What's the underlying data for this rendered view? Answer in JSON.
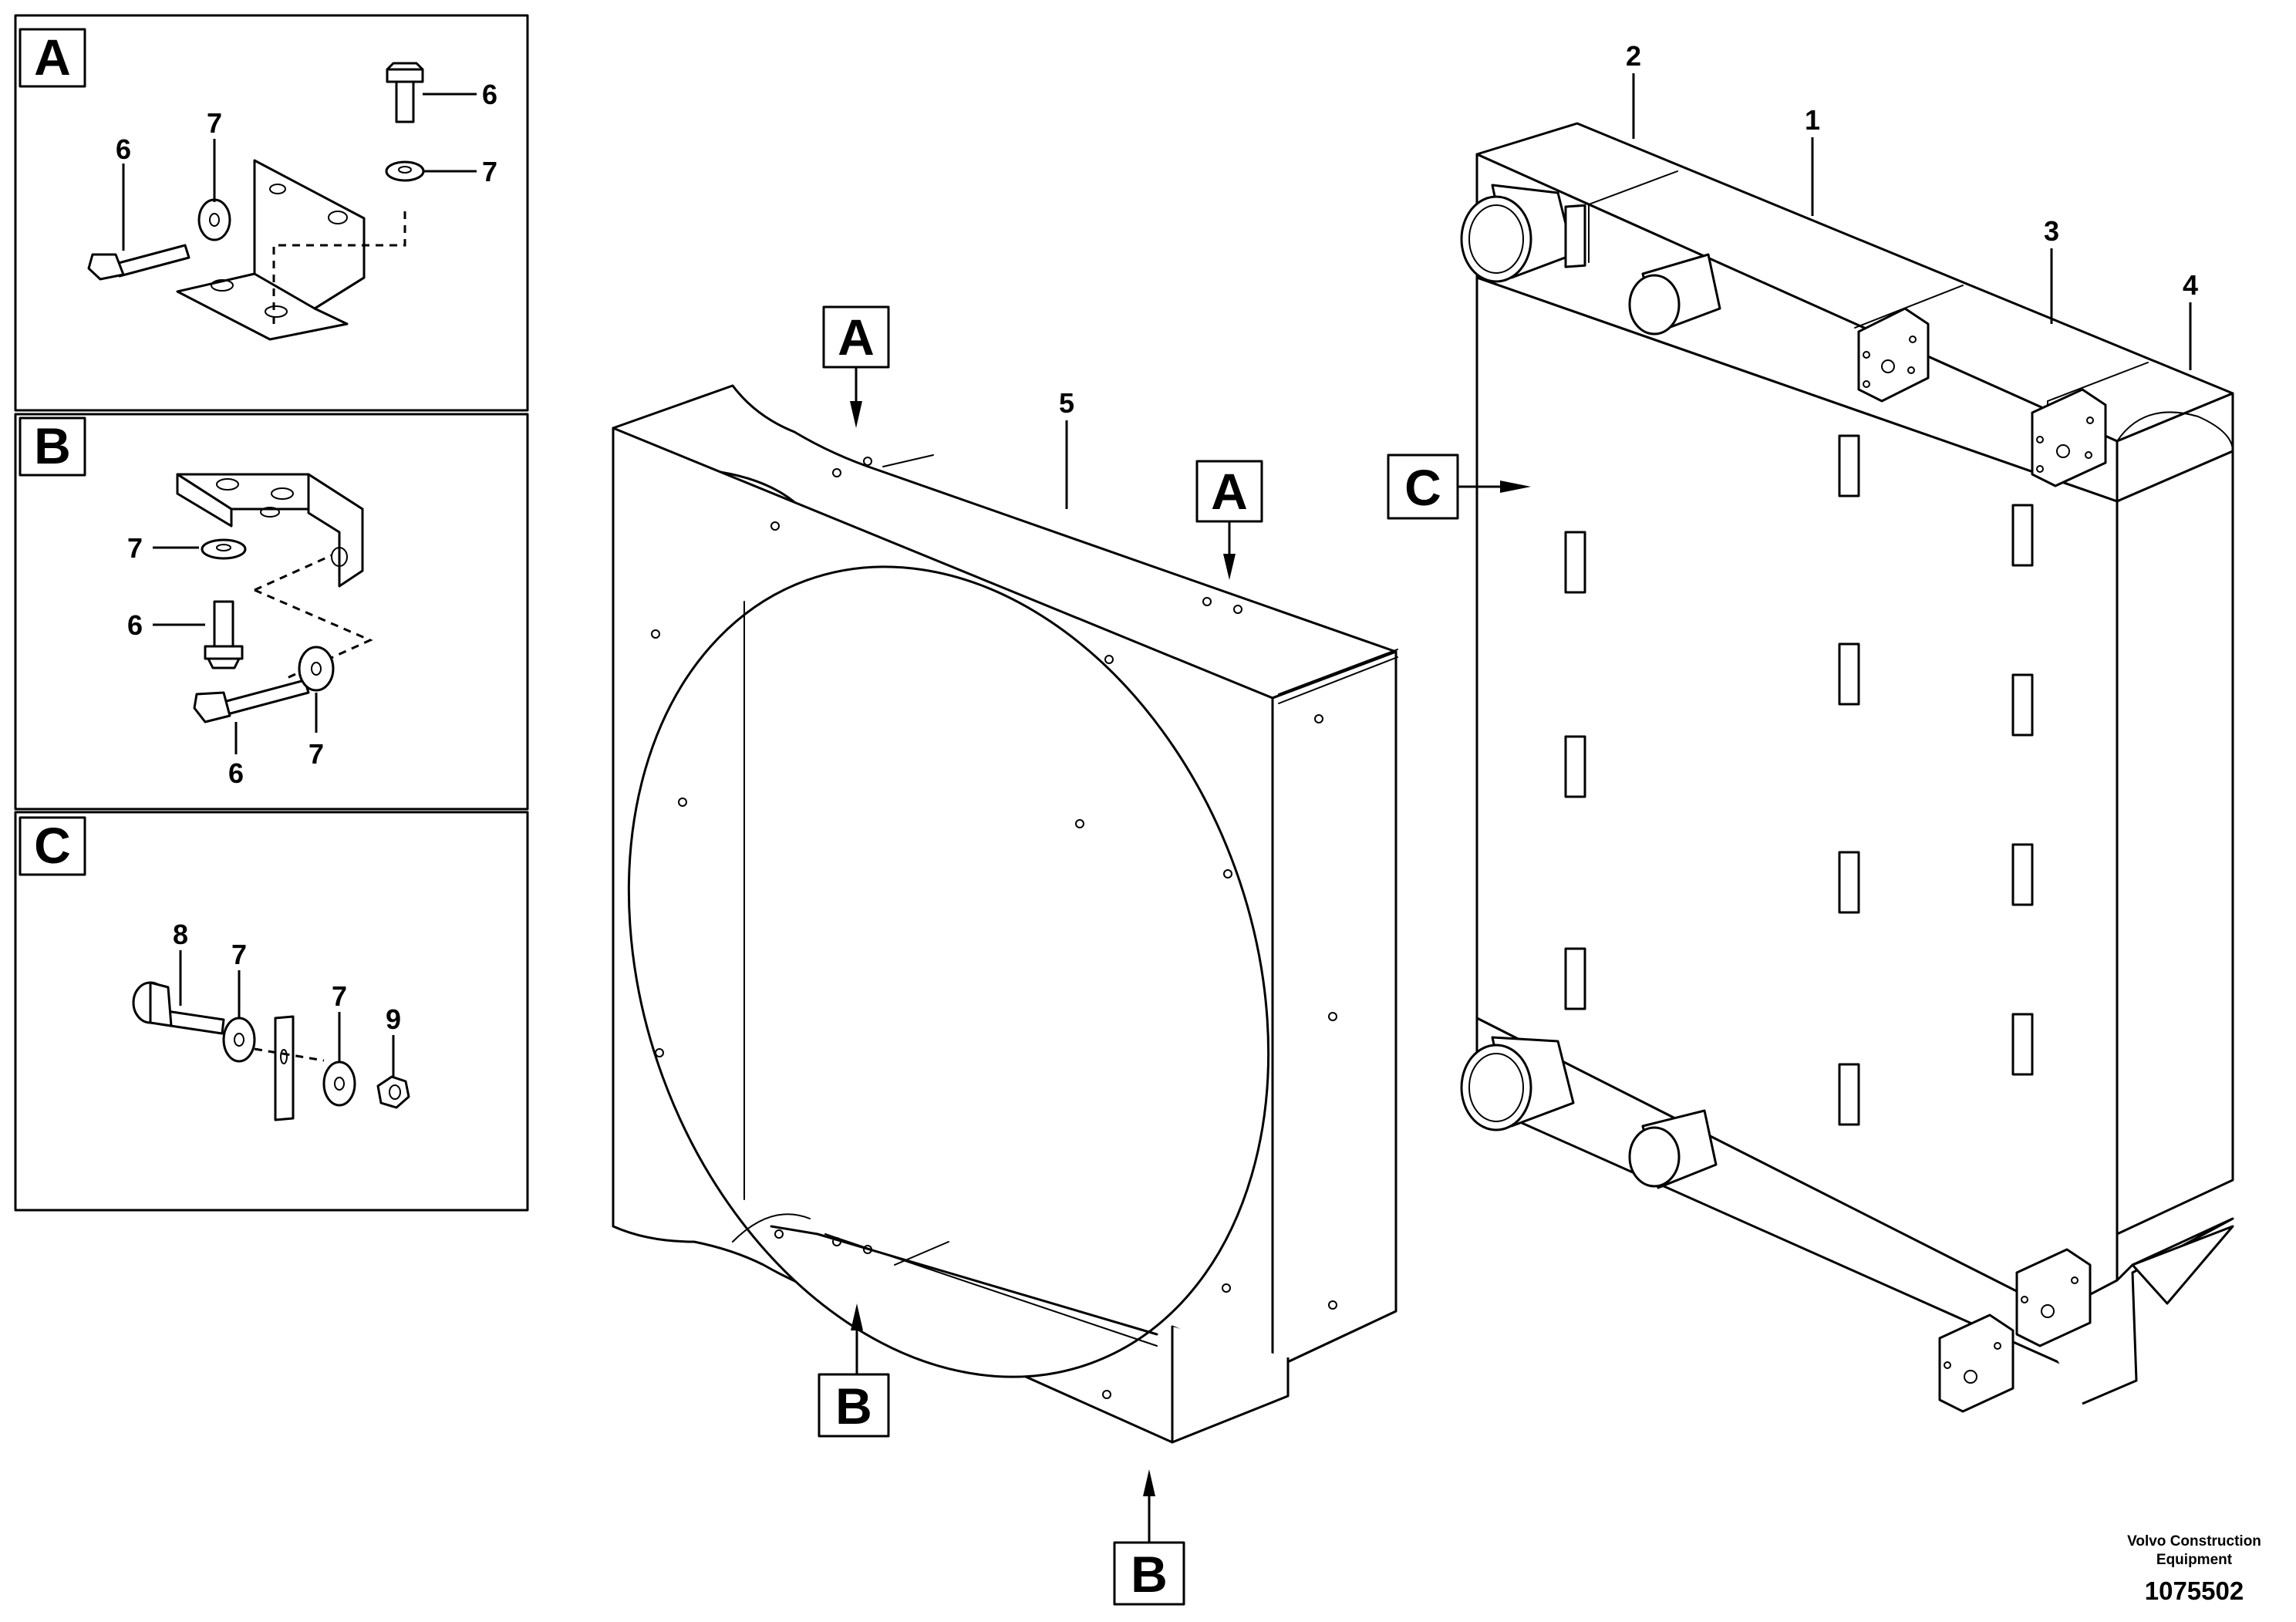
{
  "panels": [
    {
      "letter": "A"
    },
    {
      "letter": "B"
    },
    {
      "letter": "C"
    }
  ],
  "callouts": {
    "a_top_left": "A",
    "a_top_right": "A",
    "b_bottom_left": "B",
    "b_bottom_right": "B",
    "c_left": "C"
  },
  "item_numbers": {
    "p1": "1",
    "p2": "2",
    "p3": "3",
    "p4": "4",
    "p5": "5",
    "a6_top": "6",
    "a6_left": "6",
    "a7_top": "7",
    "a7_right": "7",
    "b7_left": "7",
    "b6_left": "6",
    "b6_bottom": "6",
    "b7_bottom": "7",
    "c8": "8",
    "c7_a": "7",
    "c7_b": "7",
    "c9": "9"
  },
  "footer": {
    "company_line1": "Volvo Construction",
    "company_line2": "Equipment",
    "drawing_number": "1075502"
  }
}
